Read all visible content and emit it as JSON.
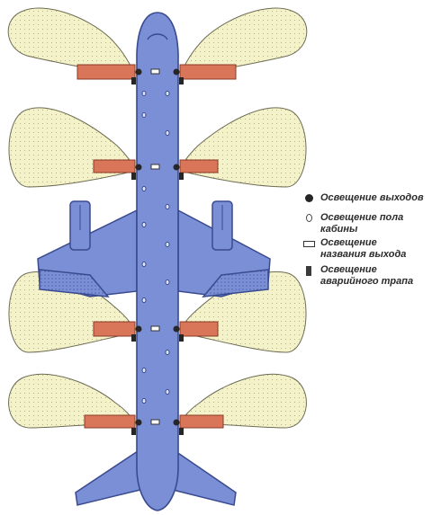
{
  "legend": {
    "exit_lights": "Освещение выходов",
    "floor_lights_l1": "Освещение пола",
    "floor_lights_l2": "кабины",
    "exit_sign_l1": "Освещение",
    "exit_sign_l2": "названия выхода",
    "slide_lights_l1": "Освещение",
    "slide_lights_l2": "аварийного трапа"
  },
  "colors": {
    "fuselage": "#7b8fd6",
    "outline": "#3a4a8e",
    "light_zone": "#f4f2c8",
    "slide": "#d9765a",
    "marker": "#262626"
  },
  "icons": [
    "exit-light-icon",
    "floor-light-icon",
    "exit-sign-icon",
    "slide-light-icon"
  ]
}
